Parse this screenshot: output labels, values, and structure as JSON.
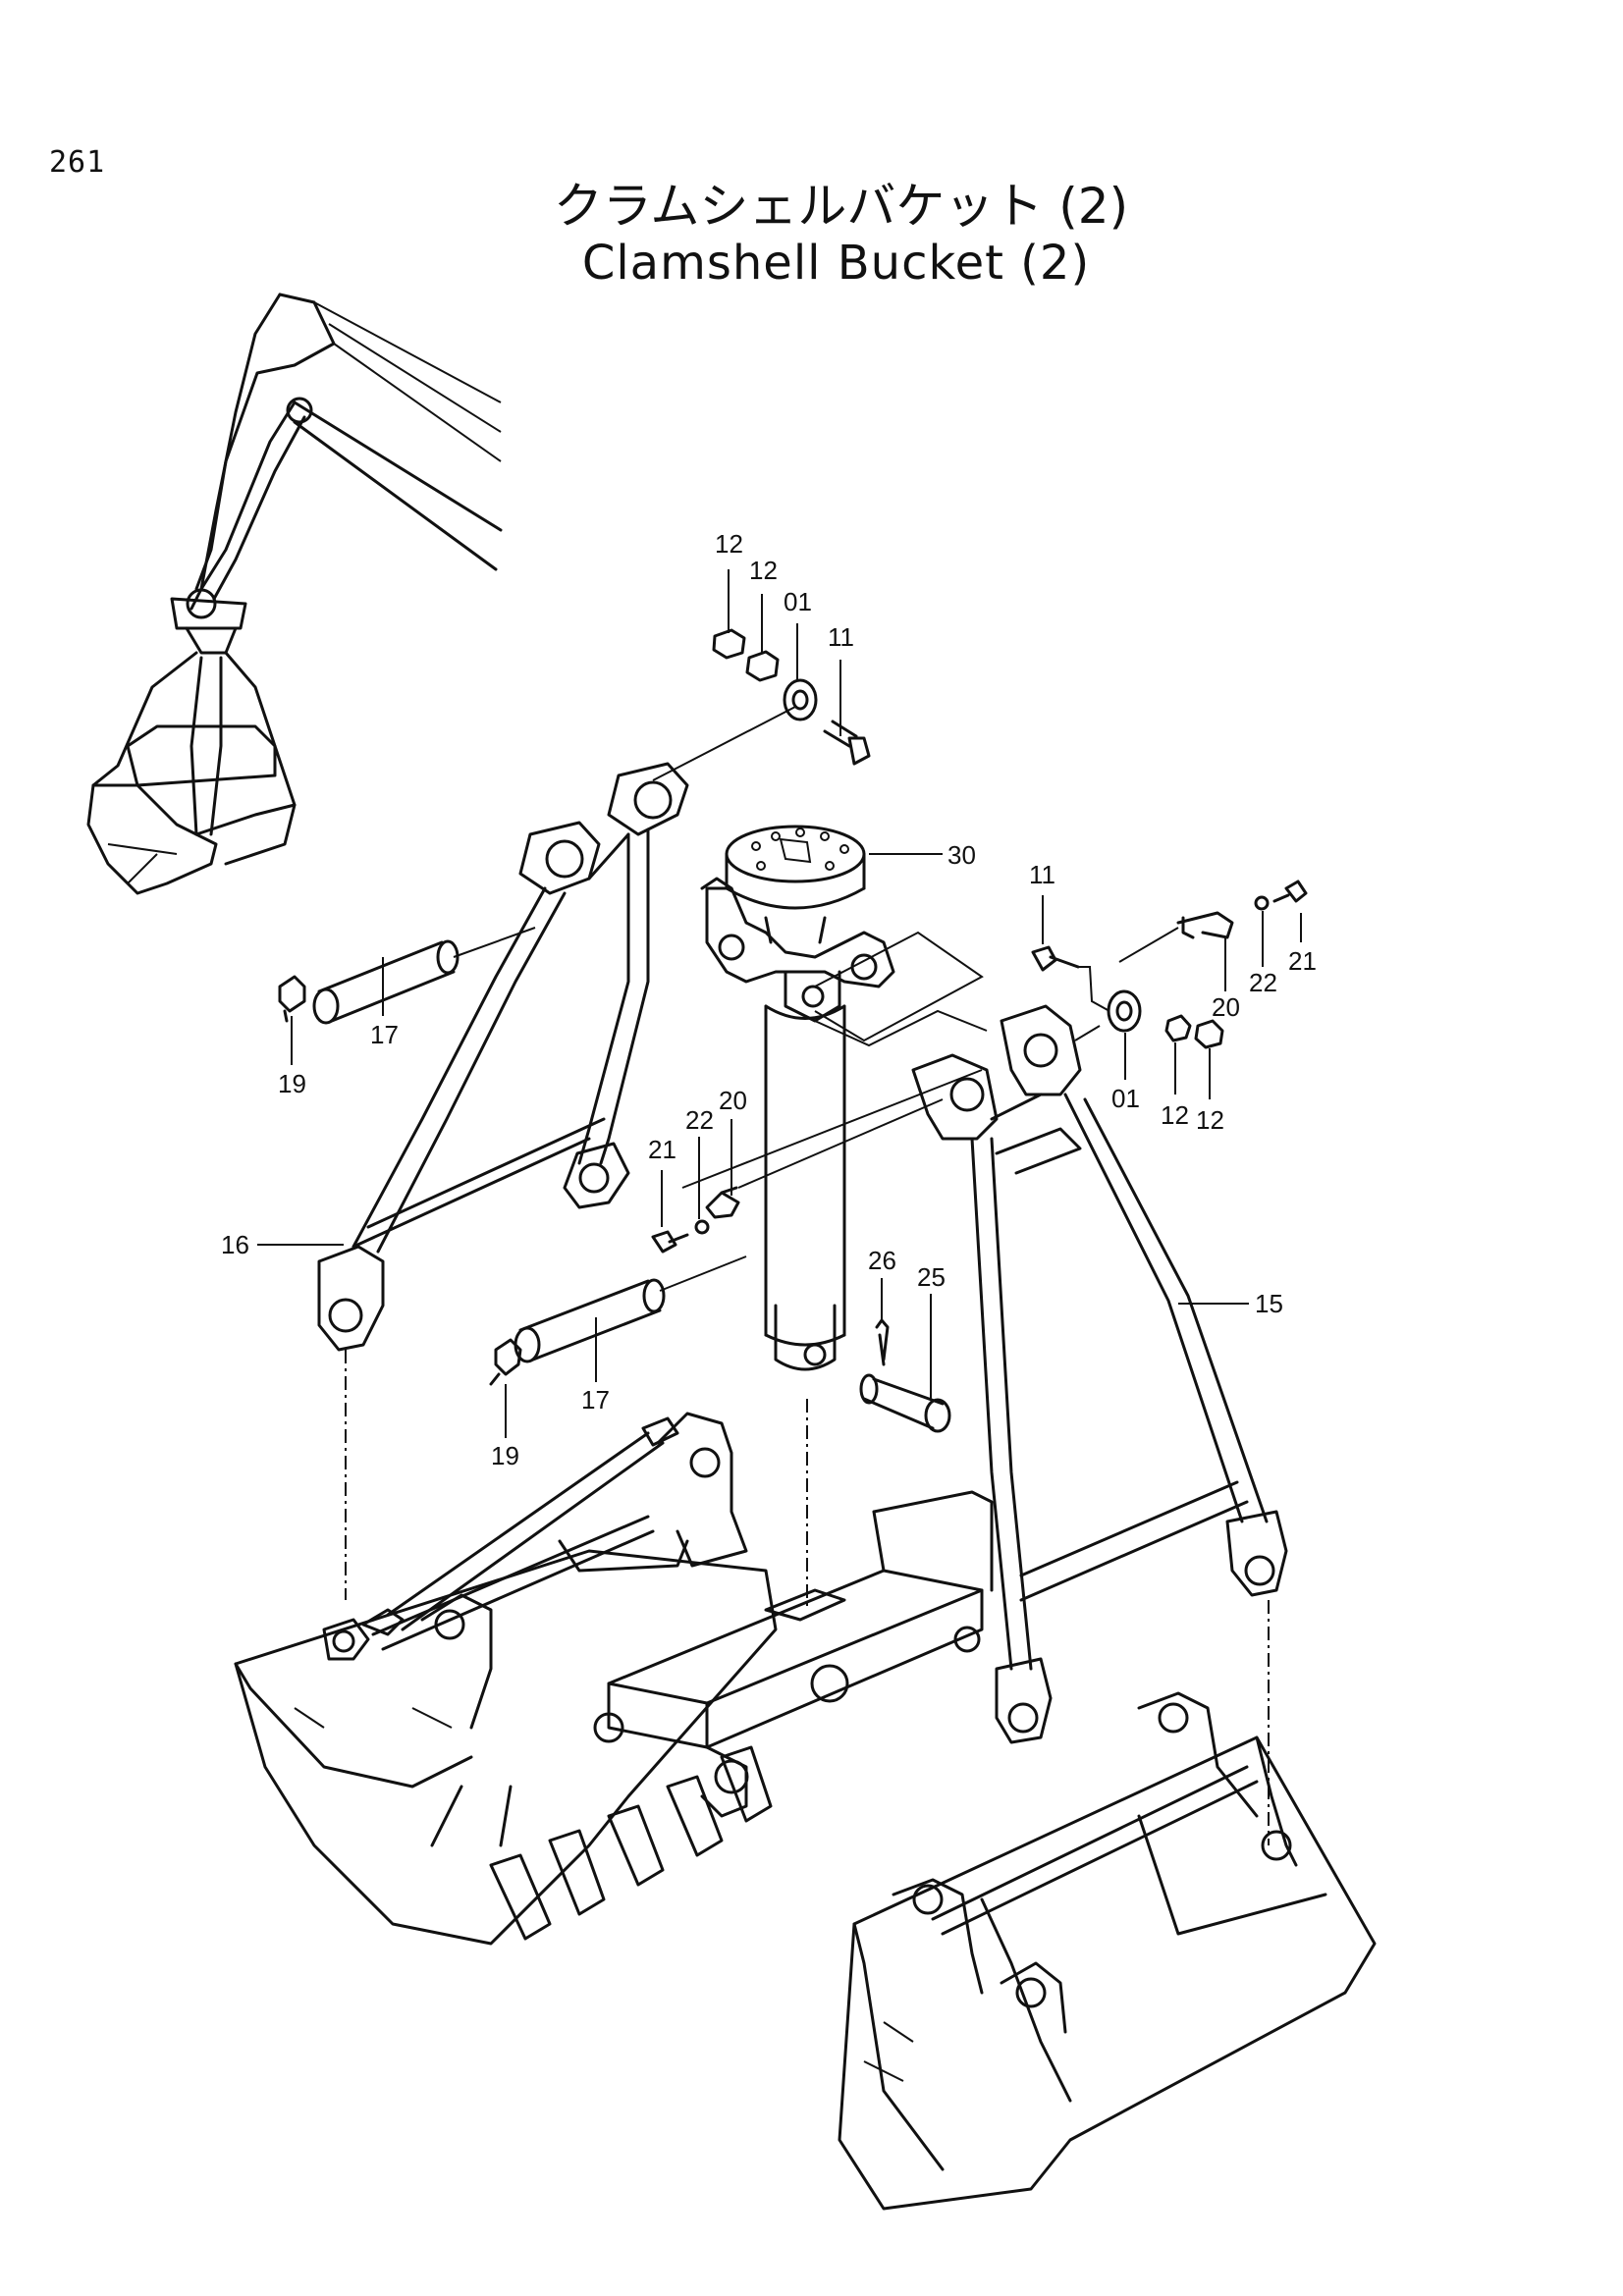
{
  "page": {
    "number": "261"
  },
  "title": {
    "japanese": "クラムシェルバケット (2)",
    "english": "Clamshell Bucket (2)"
  },
  "callouts": {
    "c12a": "12",
    "c12b": "12",
    "c01a": "01",
    "c11a": "11",
    "c30": "30",
    "c11b": "11",
    "c21a": "21",
    "c22a": "22",
    "c20a": "20",
    "c01b": "01",
    "c12c": "12",
    "c12d": "12",
    "c17a": "17",
    "c19a": "19",
    "c16": "16",
    "c21b": "21",
    "c22b": "22",
    "c20b": "20",
    "c26": "26",
    "c25": "25",
    "c15": "15",
    "c17b": "17",
    "c19b": "19"
  }
}
